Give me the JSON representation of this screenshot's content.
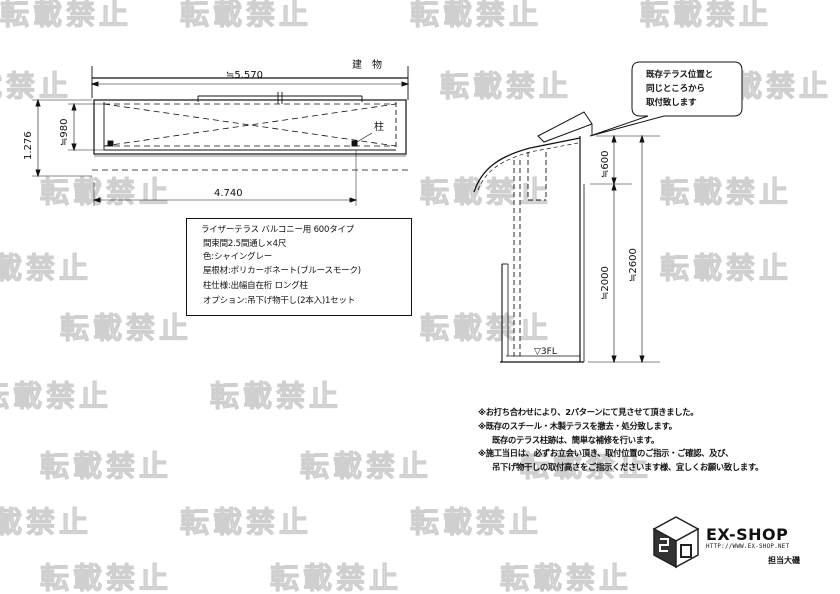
{
  "watermark": {
    "text": "転載禁止"
  },
  "plan": {
    "building_label": "建　物",
    "width_dim": "≒5.570",
    "depth_dim": "1.276",
    "inner_depth_dim": "≒980",
    "post_label": "柱",
    "post_span_dim": "4.740"
  },
  "spec": {
    "lines": [
      "ライザーテラス  バルコニー用  600タイプ",
      "間束間2.5間通し×4尺",
      "色:シャイングレー",
      "屋根材:ポリカーボネート(ブルースモーク)",
      "柱仕様:出幅自在桁  ロング柱",
      "オプション:吊下げ物干し(2本入)1セット"
    ]
  },
  "elevation": {
    "bubble_lines": [
      "既存テラス位置と",
      "同じところから",
      "取付致します"
    ],
    "dim_top": "≒600",
    "dim_lower": "≒2000",
    "dim_total": "≒2600",
    "floor_label": "▽3FL"
  },
  "notes": {
    "lines": [
      "※お打ち合わせにより、2パターンにて見させて頂きました。",
      "※既存のスチール・木製テラスを撤去・処分致します。",
      "既存のテラス柱跡は、簡単な補修を行います。",
      "※施工当日は、必ずお立会い頂き、取付位置のご指示・ご確認、及び、",
      "吊下げ物干しの取付高さをご指示くださいます様、宜しくお願い致します。"
    ]
  },
  "logo": {
    "title": "EX-SHOP",
    "url": "HTTP://WWW.EX-SHOP.NET",
    "staff": "担当大磯"
  }
}
